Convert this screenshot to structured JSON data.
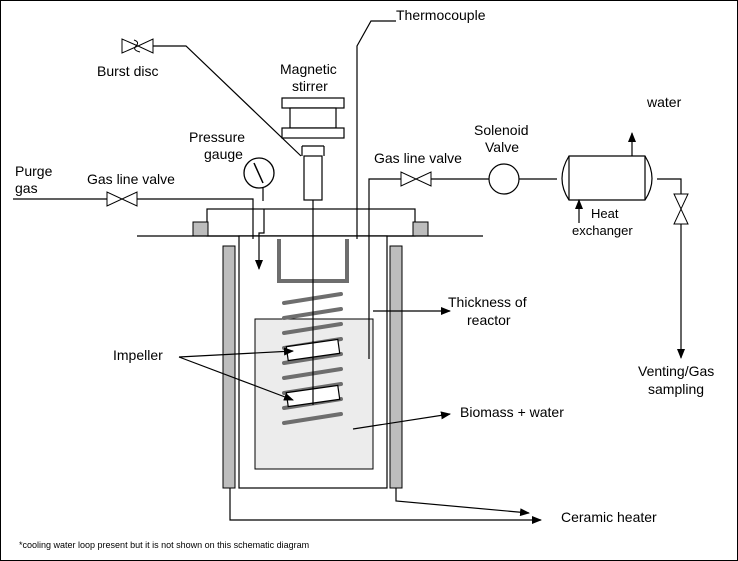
{
  "labels": {
    "thermocouple": "Thermocouple",
    "burst_disc": "Burst disc",
    "magnetic_stirrer_1": "Magnetic",
    "magnetic_stirrer_2": "stirrer",
    "water": "water",
    "pressure_gauge_1": "Pressure",
    "pressure_gauge_2": "gauge",
    "solenoid_valve_1": "Solenoid",
    "solenoid_valve_2": "Valve",
    "purge_gas_1": "Purge",
    "purge_gas_2": "gas",
    "gas_line_valve_left": "Gas line valve",
    "gas_line_valve_right": "Gas line valve",
    "heat_exchanger_1": "Heat",
    "heat_exchanger_2": "exchanger",
    "thickness_1": "Thickness of",
    "thickness_2": "reactor",
    "impeller": "Impeller",
    "venting_1": "Venting/Gas",
    "venting_2": "sampling",
    "biomass_water": "Biomass + water",
    "ceramic_heater": "Ceramic heater"
  },
  "footnote": "*cooling water loop present but it is not shown on this schematic diagram",
  "colors": {
    "line": "#000000",
    "liquid": "#ececec",
    "coil": "#6e6e6e",
    "heater": "#bdbdbd"
  }
}
